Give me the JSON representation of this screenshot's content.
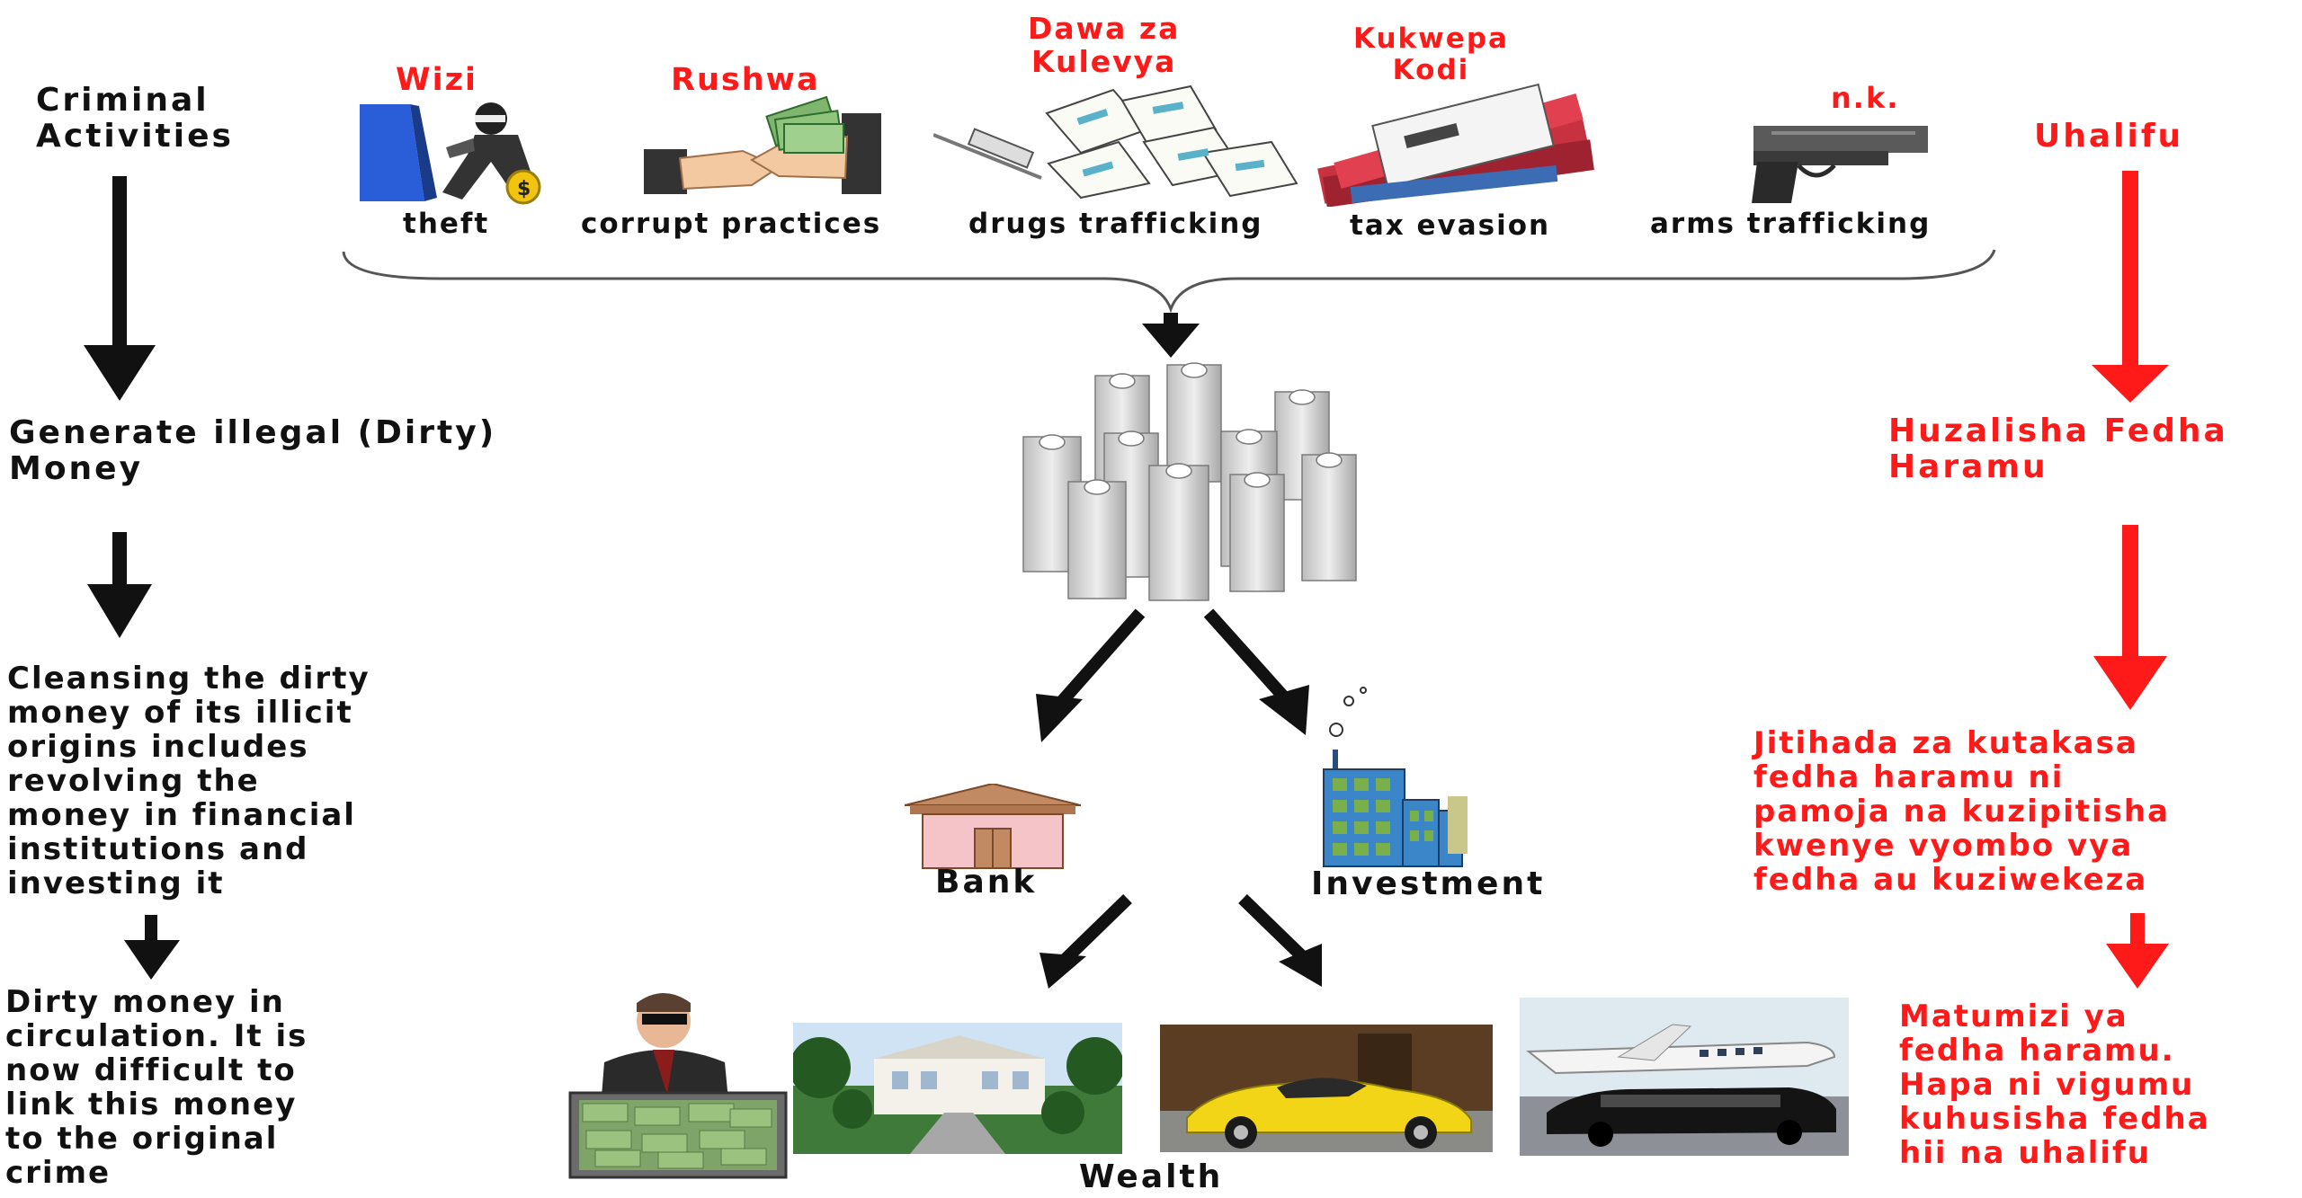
{
  "left_column": {
    "criminal": "Criminal\nActivities",
    "generate": "Generate illegal (Dirty)\nMoney",
    "cleansing": "Cleansing the dirty\nmoney of its illicit\norigins includes\nrevolving the\nmoney in financial\ninstitutions  and\ninvesting it",
    "circulation": "Dirty money in\ncirculation. It is\nnow difficult to\nlink this money\nto the original\ncrime"
  },
  "activities": [
    {
      "swahili": "Wizi",
      "english": "theft",
      "icon": "thief-icon"
    },
    {
      "swahili": "Rushwa",
      "english": "corrupt practices",
      "icon": "bribe-handshake-icon"
    },
    {
      "swahili": "Dawa za\nKulevya",
      "english": "drugs trafficking",
      "icon": "drugs-packets-icon"
    },
    {
      "swahili": "Kukwepa\nKodi",
      "english": "tax evasion",
      "icon": "tax-documents-icon"
    },
    {
      "swahili": "n.k.",
      "english": "arms trafficking",
      "icon": "pistol-icon"
    }
  ],
  "center": {
    "bank": "Bank",
    "investment": "Investment",
    "wealth": "Wealth"
  },
  "right_column": {
    "uhalifu": "Uhalifu",
    "huzalisha": "Huzalisha Fedha\nHaramu",
    "jitihada": "Jitihada za kutakasa\nfedha haramu ni\npamoja na kuzipitisha\nkwenye vyombo vya\nfedha au kuziwekeza",
    "matumizi": "Matumizi ya\nfedha haramu.\nHapa ni vigumu\nkuhusisha fedha\nhii na uhalifu"
  },
  "colors": {
    "black": "#111111",
    "red": "#ff1a1a"
  }
}
